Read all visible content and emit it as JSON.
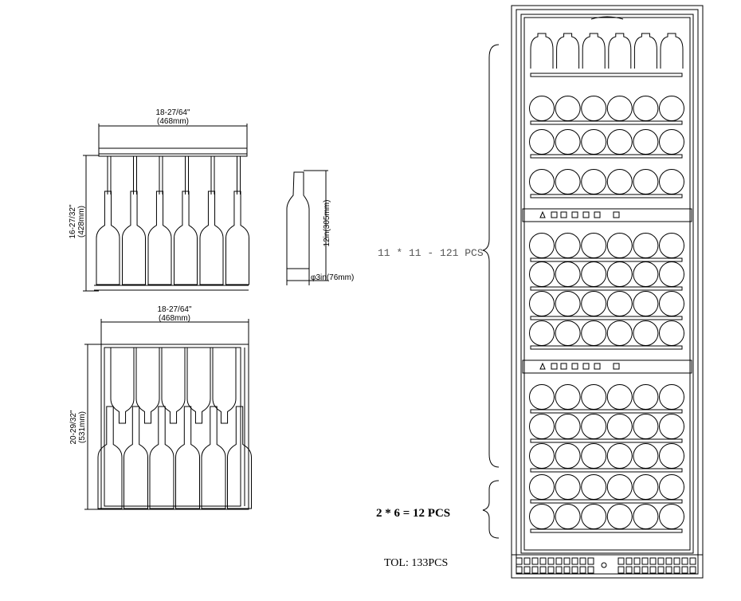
{
  "drawing": {
    "top_view": {
      "width_in": "18-27/64\"",
      "width_mm": "(468mm)",
      "depth_in": "16-27/32\"",
      "depth_mm": "(428mm)"
    },
    "bottle": {
      "height": "12in(305mm)",
      "diameter": "φ3in(76mm)"
    },
    "side_view": {
      "width_in": "18-27/64\"",
      "width_mm": "(468mm)",
      "depth_in": "20-29/32\"",
      "depth_mm": "(531mm)"
    },
    "capacity": {
      "upper_note": "11 * 11 - 121 PCS",
      "lower_note": "2 * 6 = 12 PCS",
      "total_note": "TOL: 133PCS"
    }
  }
}
